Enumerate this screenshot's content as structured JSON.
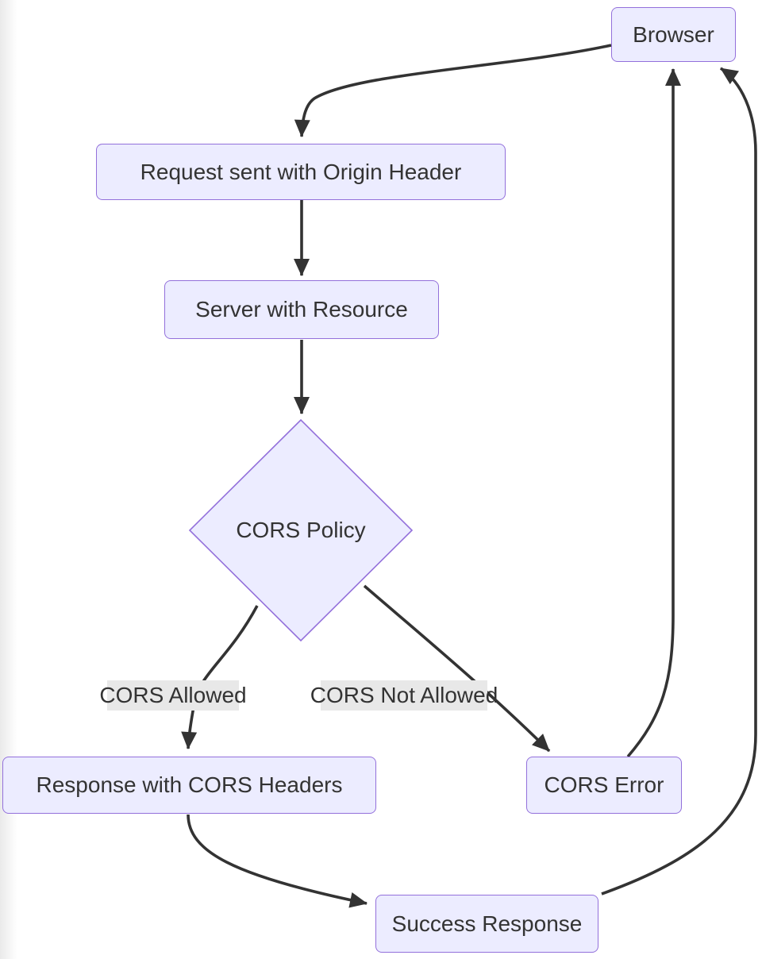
{
  "diagram": {
    "title": "CORS request flowchart",
    "nodes": {
      "browser": {
        "label": "Browser",
        "shape": "rounded-rect"
      },
      "request": {
        "label": "Request sent with Origin Header",
        "shape": "rounded-rect"
      },
      "server": {
        "label": "Server with Resource",
        "shape": "rounded-rect"
      },
      "policy": {
        "label": "CORS Policy",
        "shape": "diamond"
      },
      "response": {
        "label": "Response with CORS Headers",
        "shape": "rounded-rect"
      },
      "error": {
        "label": "CORS Error",
        "shape": "rounded-rect"
      },
      "success": {
        "label": "Success Response",
        "shape": "rounded-rect"
      }
    },
    "edge_labels": {
      "allowed": "CORS Allowed",
      "not_allowed": "CORS Not Allowed"
    },
    "edges": [
      {
        "from": "Browser",
        "to": "Request sent with Origin Header",
        "label": ""
      },
      {
        "from": "Request sent with Origin Header",
        "to": "Server with Resource",
        "label": ""
      },
      {
        "from": "Server with Resource",
        "to": "CORS Policy",
        "label": ""
      },
      {
        "from": "CORS Policy",
        "to": "Response with CORS Headers",
        "label": "CORS Allowed"
      },
      {
        "from": "CORS Policy",
        "to": "CORS Error",
        "label": "CORS Not Allowed"
      },
      {
        "from": "Response with CORS Headers",
        "to": "Success Response",
        "label": ""
      },
      {
        "from": "CORS Error",
        "to": "Browser",
        "label": ""
      },
      {
        "from": "Success Response",
        "to": "Browser",
        "label": ""
      }
    ],
    "colors": {
      "node_fill": "#ECECFF",
      "node_border": "#9370DB",
      "edge_stroke": "#333333",
      "edge_label_bg": "#e8e8e8",
      "text": "#333333",
      "background": "#ffffff"
    }
  }
}
